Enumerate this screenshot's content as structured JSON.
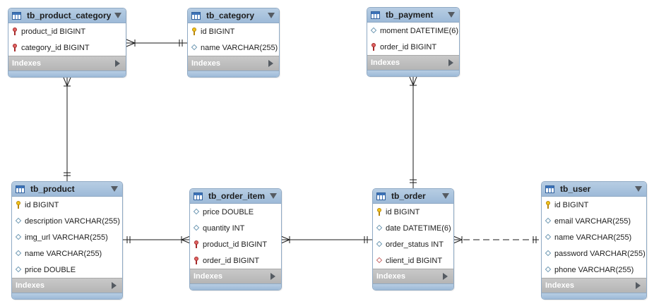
{
  "tables": {
    "product_category": {
      "name": "tb_product_category",
      "columns": [
        {
          "text": "product_id BIGINT",
          "icon": "foreign-key-icon"
        },
        {
          "text": "category_id BIGINT",
          "icon": "foreign-key-icon"
        }
      ],
      "indexes": "Indexes"
    },
    "category": {
      "name": "tb_category",
      "columns": [
        {
          "text": "id BIGINT",
          "icon": "primary-key-icon"
        },
        {
          "text": "name VARCHAR(255)",
          "icon": "column-icon"
        }
      ],
      "indexes": "Indexes"
    },
    "payment": {
      "name": "tb_payment",
      "columns": [
        {
          "text": "moment DATETIME(6)",
          "icon": "column-icon"
        },
        {
          "text": "order_id BIGINT",
          "icon": "foreign-key-icon"
        }
      ],
      "indexes": "Indexes"
    },
    "product": {
      "name": "tb_product",
      "columns": [
        {
          "text": "id BIGINT",
          "icon": "primary-key-icon"
        },
        {
          "text": "description VARCHAR(255)",
          "icon": "column-icon"
        },
        {
          "text": "img_url VARCHAR(255)",
          "icon": "column-icon"
        },
        {
          "text": "name VARCHAR(255)",
          "icon": "column-icon"
        },
        {
          "text": "price DOUBLE",
          "icon": "column-icon"
        }
      ],
      "indexes": "Indexes"
    },
    "order_item": {
      "name": "tb_order_item",
      "columns": [
        {
          "text": "price DOUBLE",
          "icon": "column-icon"
        },
        {
          "text": "quantity INT",
          "icon": "column-icon"
        },
        {
          "text": "product_id BIGINT",
          "icon": "foreign-key-icon"
        },
        {
          "text": "order_id BIGINT",
          "icon": "foreign-key-icon"
        }
      ],
      "indexes": "Indexes"
    },
    "order": {
      "name": "tb_order",
      "columns": [
        {
          "text": "id BIGINT",
          "icon": "primary-key-icon"
        },
        {
          "text": "date DATETIME(6)",
          "icon": "column-icon"
        },
        {
          "text": "order_status INT",
          "icon": "column-icon"
        },
        {
          "text": "client_id BIGINT",
          "icon": "foreign-key-column-icon"
        }
      ],
      "indexes": "Indexes"
    },
    "user": {
      "name": "tb_user",
      "columns": [
        {
          "text": "id BIGINT",
          "icon": "primary-key-icon"
        },
        {
          "text": "email VARCHAR(255)",
          "icon": "column-icon"
        },
        {
          "text": "name VARCHAR(255)",
          "icon": "column-icon"
        },
        {
          "text": "password VARCHAR(255)",
          "icon": "column-icon"
        },
        {
          "text": "phone VARCHAR(255)",
          "icon": "column-icon"
        }
      ],
      "indexes": "Indexes"
    }
  },
  "relationships": [
    {
      "from": "product_category",
      "to": "category",
      "from_end": "many",
      "to_end": "one",
      "identifying": true
    },
    {
      "from": "product_category",
      "to": "product",
      "from_end": "many",
      "to_end": "one",
      "identifying": true
    },
    {
      "from": "order_item",
      "to": "product",
      "from_end": "many",
      "to_end": "one",
      "identifying": true
    },
    {
      "from": "order_item",
      "to": "order",
      "from_end": "many",
      "to_end": "one",
      "identifying": true
    },
    {
      "from": "payment",
      "to": "order",
      "from_end": "many",
      "to_end": "one",
      "identifying": true
    },
    {
      "from": "order",
      "to": "user",
      "from_end": "many",
      "to_end": "one",
      "identifying": false
    }
  ],
  "colors": {
    "header": "#9dbad8",
    "border": "#8fa9c4",
    "indexes_bar": "#b5b5b5",
    "line": "#1a1a1a"
  }
}
